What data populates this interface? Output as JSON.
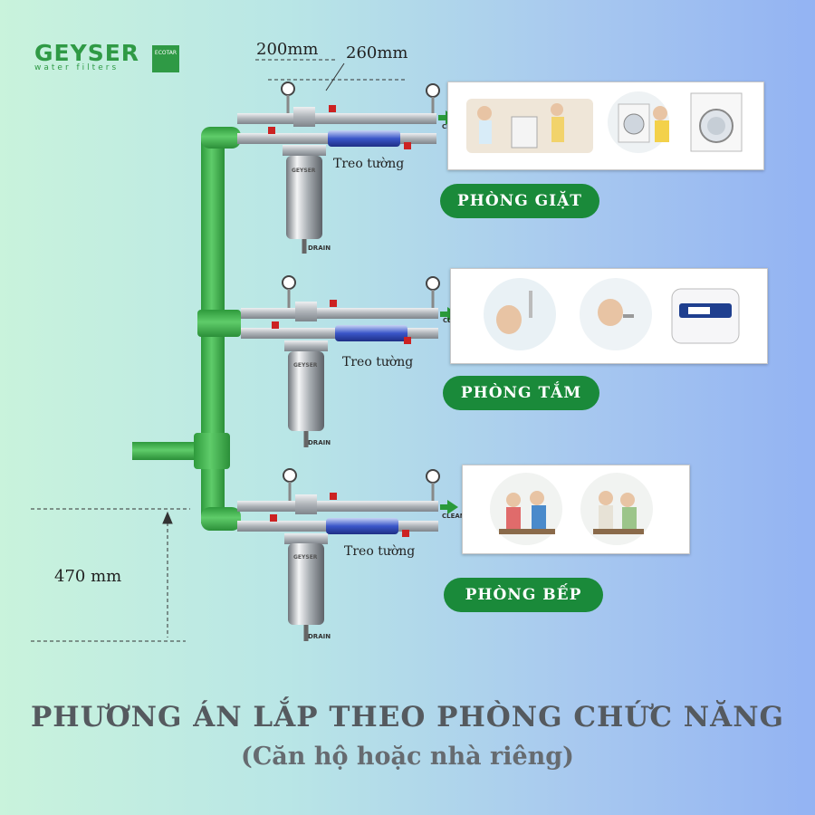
{
  "brand": {
    "name": "GEYSER",
    "tagline": "water filters",
    "partner": "ECOTAR"
  },
  "dimensions": {
    "width_a": "200mm",
    "width_b": "260mm",
    "height": "470 mm"
  },
  "mount_label": "Treo tường",
  "outlet_label": "CLEAN",
  "drain_label": "DRAIN",
  "filter_marking": "GEYSER",
  "rooms": [
    {
      "label": "PHÒNG GIẶT"
    },
    {
      "label": "PHÒNG TẮM"
    },
    {
      "label": "PHÒNG BẾP"
    }
  ],
  "title": "PHƯƠNG ÁN LẮP THEO PHÒNG CHỨC NĂNG",
  "subtitle": "(Căn hộ hoặc nhà riêng)",
  "colors": {
    "pipe_green": "#3dae4b",
    "pill_green": "#1a8a3a",
    "steel": "#b9bec3",
    "title_gray": "#555a5f"
  }
}
